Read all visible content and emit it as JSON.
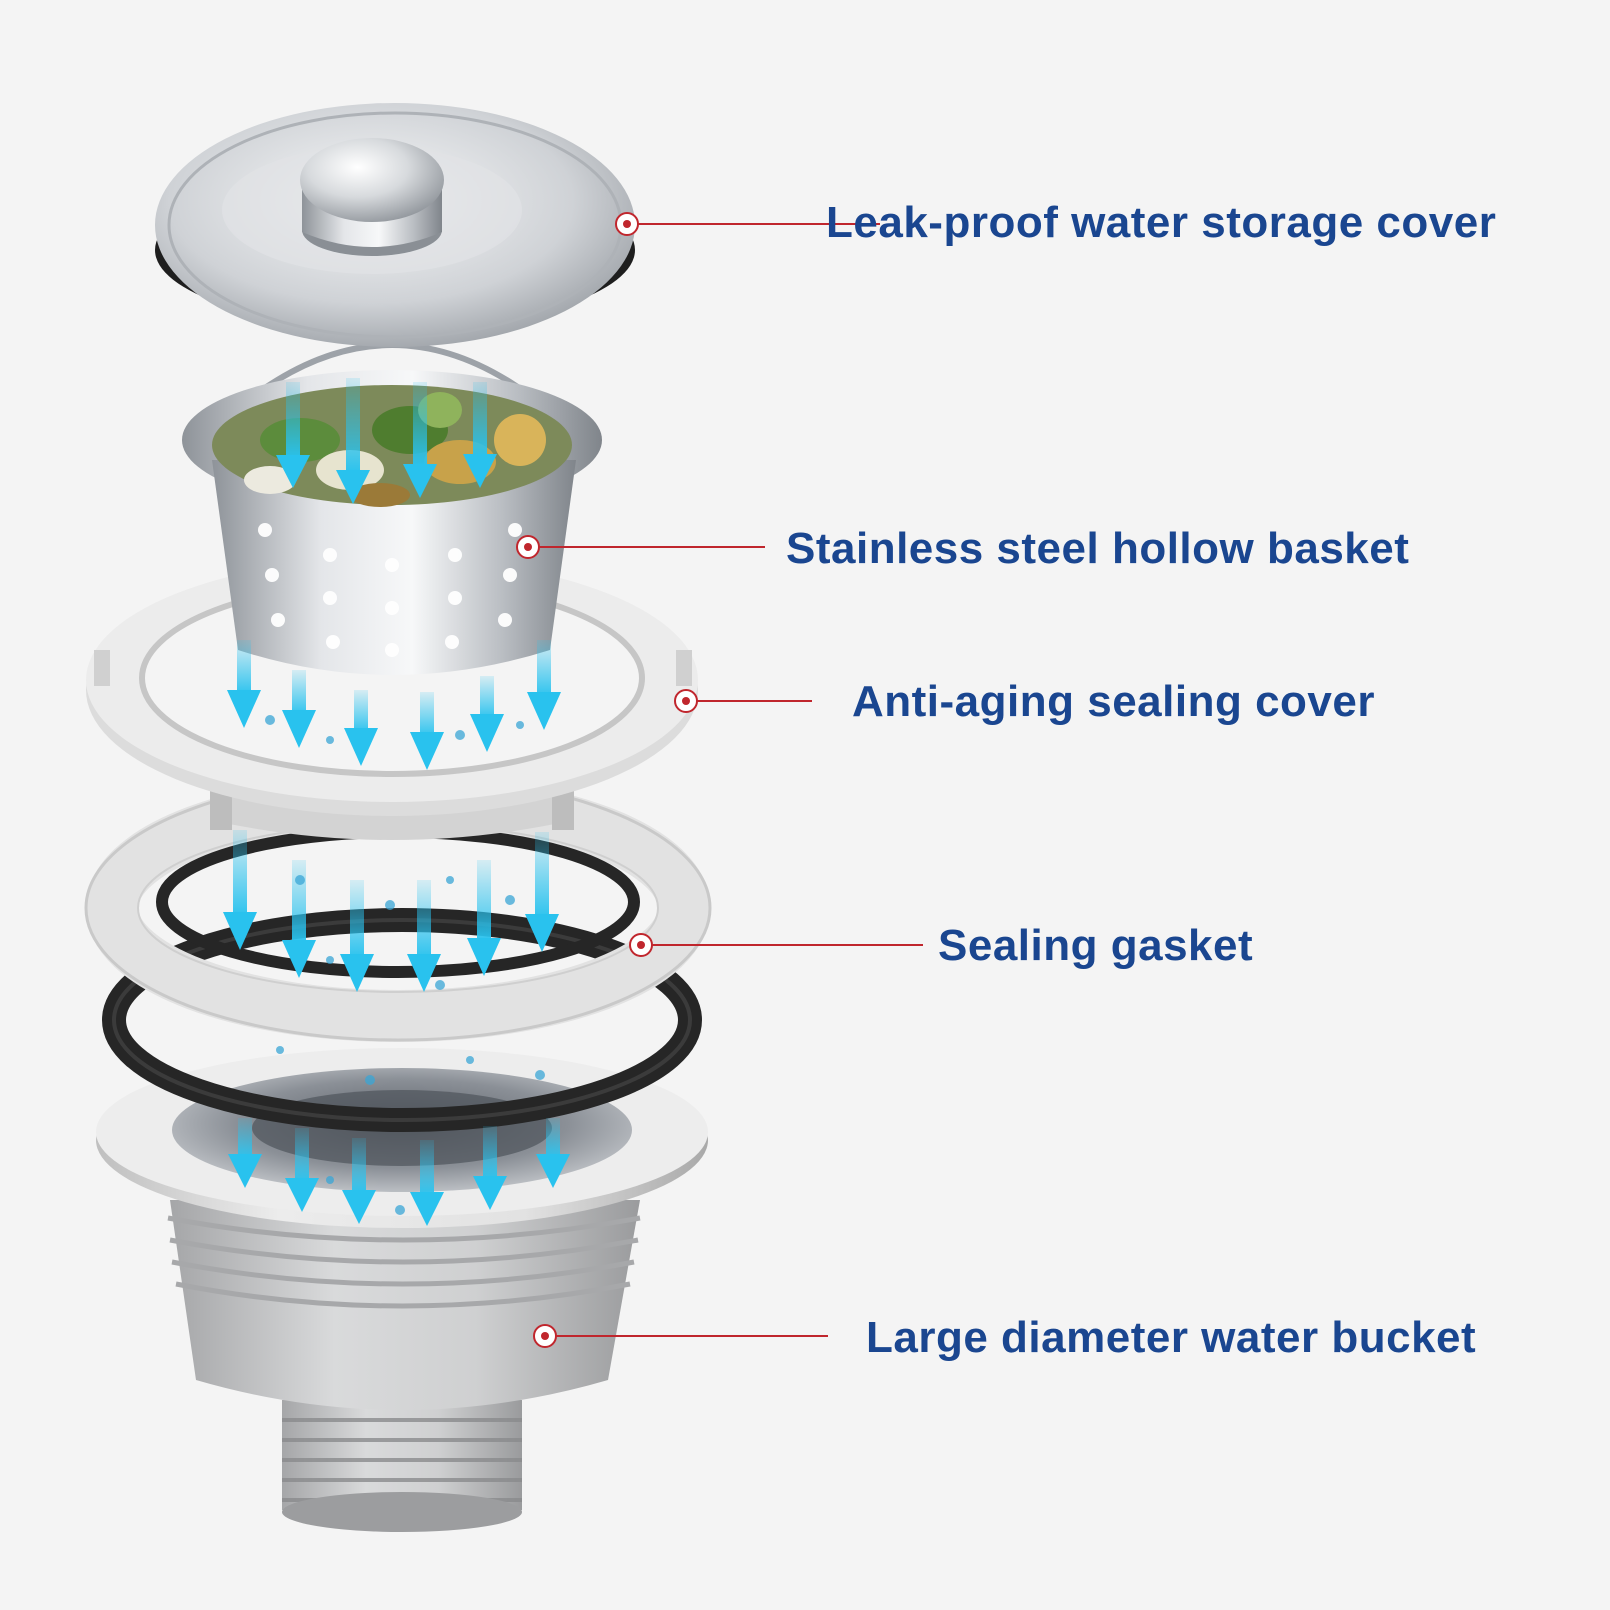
{
  "colors": {
    "background": "#f4f4f4",
    "label_text": "#1a4690",
    "leader_line": "#c0262d",
    "water_arrow": "#29c2ee",
    "steel": "#c9ccd1",
    "plastic": "#e6e6e6",
    "rubber": "#2b2b2b"
  },
  "callouts": [
    {
      "id": "cover",
      "label": "Leak-proof water storage cover"
    },
    {
      "id": "basket",
      "label": "Stainless steel hollow basket"
    },
    {
      "id": "anti_aging_cover",
      "label": "Anti-aging sealing cover"
    },
    {
      "id": "gasket",
      "label": "Sealing gasket"
    },
    {
      "id": "bucket",
      "label": "Large diameter water bucket"
    }
  ],
  "icons": [
    "water-flow-arrow-icon",
    "callout-dot-icon"
  ]
}
